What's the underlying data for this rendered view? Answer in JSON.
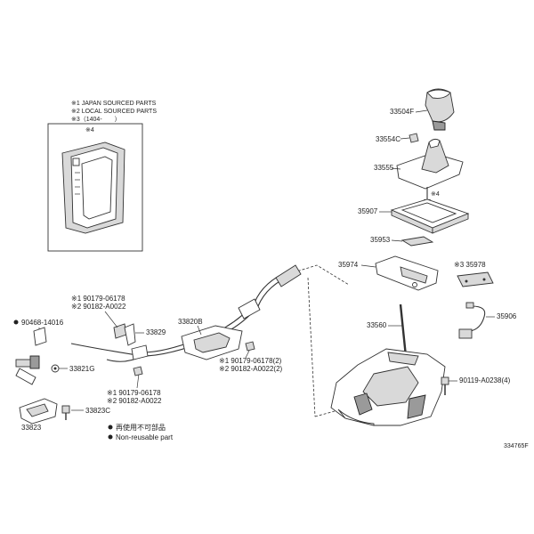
{
  "notes": {
    "n1": "※1 JAPAN SOURCED PARTS",
    "n2": "※2 LOCAL SOURCED PARTS",
    "n3": "※3（1404-　　）",
    "inset_ref": "※4",
    "arrow_ref": "※4"
  },
  "parts": {
    "p33504F": "33504F",
    "p33554C": "33554C",
    "p33555": "33555",
    "p35907": "35907",
    "p35953": "35953",
    "p35974": "35974",
    "p35978": "※3 35978",
    "p35906": "35906",
    "p33560": "33560",
    "p90119": "90119-A0238(4)",
    "p90468": "90468-14016",
    "p33829": "33829",
    "p33820B": "33820B",
    "p33821G": "33821G",
    "p33823C": "33823C",
    "p33823": "33823"
  },
  "callouts": {
    "upper_a1": "※1  90179-06178",
    "upper_a2": "※2  90182-A0022",
    "right_b1": "※1  90179-06178(2)",
    "right_b2": "※2  90182-A0022(2)",
    "lower_c1": "※1  90179-06178",
    "lower_c2": "※2  90182-A0022"
  },
  "legend": {
    "jp": "再使用不可部品",
    "en": "Non-reusable part"
  },
  "drawing_number": "334765F"
}
